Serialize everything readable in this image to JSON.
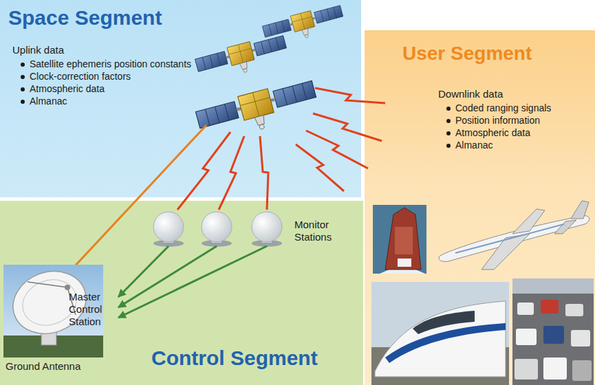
{
  "diagram": {
    "nodes": [
      {
        "text": [
          "Space Segment",
          "Uplink data",
          "Satellite ephemeris position constants",
          "Clock-correction factors",
          "Atmospheric data",
          "Almanac"
        ]
      },
      {
        "text": [
          "User Segment",
          "Downlink data",
          "Coded ranging signals",
          "Position information",
          "Atmospheric data",
          "Almanac"
        ]
      },
      {
        "text": [
          "Control Segment"
        ]
      }
    ],
    "labels": [
      "Monitor Stations",
      "Master Control Station",
      "Ground Antenna"
    ]
  }
}
